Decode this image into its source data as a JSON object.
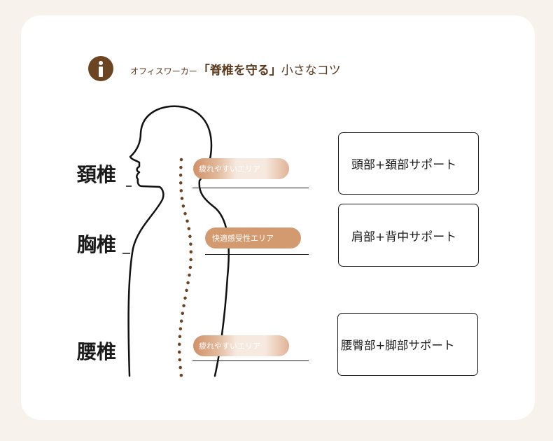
{
  "header": {
    "subtitle": "オフィスワーカー",
    "title": "「脊椎を守る」",
    "title_tail": "小さなコツ"
  },
  "sections": [
    {
      "label": "頚椎",
      "area": "疲れやすいエリア",
      "support": "頭部+頚部サポート"
    },
    {
      "label": "胸椎",
      "area": "快適感受性エリア",
      "support": "肩部+背中サポート"
    },
    {
      "label": "腰椎",
      "area": "疲れやすいエリア",
      "support": "腰臀部+脚部サポート"
    }
  ],
  "colors": {
    "accent_brown": "#6b4522",
    "pill_tan": "#d3996f",
    "spine_dots": "#6b4522"
  },
  "icons": {
    "info": "info-icon"
  }
}
